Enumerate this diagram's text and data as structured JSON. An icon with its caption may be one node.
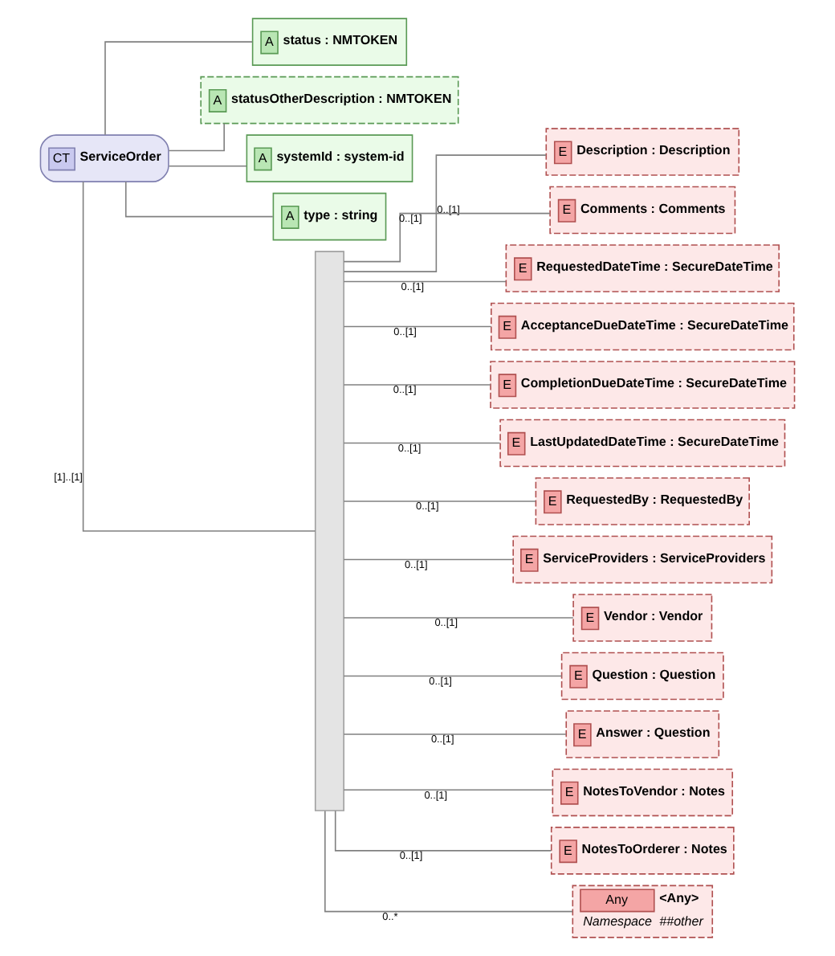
{
  "diagram": {
    "nodes": [
      {
        "text": [
          "CT",
          "ServiceOrder"
        ]
      },
      {
        "text": [
          "A",
          "status : NMTOKEN"
        ]
      },
      {
        "text": [
          "A",
          "statusOtherDescription : NMTOKEN"
        ]
      },
      {
        "text": [
          "A",
          "systemId : system-id"
        ]
      },
      {
        "text": [
          "A",
          "type : string"
        ]
      },
      {
        "text": [],
        "shape": "bar"
      },
      {
        "text": [
          "E",
          "Description : Description"
        ]
      },
      {
        "text": [
          "E",
          "Comments : Comments"
        ]
      },
      {
        "text": [
          "E",
          "RequestedDateTime : SecureDateTime"
        ]
      },
      {
        "text": [
          "E",
          "AcceptanceDueDateTime : SecureDateTime"
        ]
      },
      {
        "text": [
          "E",
          "CompletionDueDateTime : SecureDateTime"
        ]
      },
      {
        "text": [
          "E",
          "LastUpdatedDateTime : SecureDateTime"
        ]
      },
      {
        "text": [
          "E",
          "RequestedBy : RequestedBy"
        ]
      },
      {
        "text": [
          "E",
          "ServiceProviders : ServiceProviders"
        ]
      },
      {
        "text": [
          "E",
          "Vendor : Vendor"
        ]
      },
      {
        "text": [
          "E",
          "Question : Question"
        ]
      },
      {
        "text": [
          "E",
          "Answer : Question"
        ]
      },
      {
        "text": [
          "E",
          "NotesToVendor : Notes"
        ]
      },
      {
        "text": [
          "E",
          "NotesToOrderer : Notes"
        ]
      },
      {
        "text": [
          "Any",
          "<Any>",
          "Namespace",
          "##other"
        ]
      }
    ],
    "edges": [
      {
        "from": 0,
        "to": 1,
        "arrow": "none"
      },
      {
        "from": 0,
        "to": 2,
        "arrow": "none"
      },
      {
        "from": 0,
        "to": 3,
        "arrow": "none"
      },
      {
        "from": 0,
        "to": 4,
        "arrow": "none"
      },
      {
        "from": 0,
        "to": 5,
        "arrow": "none",
        "label": "[1]..[1]"
      },
      {
        "from": 5,
        "to": 6,
        "arrow": "none",
        "label": "0..[1]"
      },
      {
        "from": 5,
        "to": 7,
        "arrow": "none",
        "label": "0..[1]"
      },
      {
        "from": 5,
        "to": 8,
        "arrow": "none",
        "label": "0..[1]"
      },
      {
        "from": 5,
        "to": 9,
        "arrow": "none",
        "label": "0..[1]"
      },
      {
        "from": 5,
        "to": 10,
        "arrow": "none",
        "label": "0..[1]"
      },
      {
        "from": 5,
        "to": 11,
        "arrow": "none",
        "label": "0..[1]"
      },
      {
        "from": 5,
        "to": 12,
        "arrow": "none",
        "label": "0..[1]"
      },
      {
        "from": 5,
        "to": 13,
        "arrow": "none",
        "label": "0..[1]"
      },
      {
        "from": 5,
        "to": 14,
        "arrow": "none",
        "label": "0..[1]"
      },
      {
        "from": 5,
        "to": 15,
        "arrow": "none",
        "label": "0..[1]"
      },
      {
        "from": 5,
        "to": 16,
        "arrow": "none",
        "label": "0..[1]"
      },
      {
        "from": 5,
        "to": 17,
        "arrow": "none",
        "label": "0..[1]"
      },
      {
        "from": 5,
        "to": 18,
        "arrow": "none",
        "label": "0..[1]"
      },
      {
        "from": 5,
        "to": 19,
        "arrow": "none",
        "label": "0..*"
      }
    ]
  }
}
